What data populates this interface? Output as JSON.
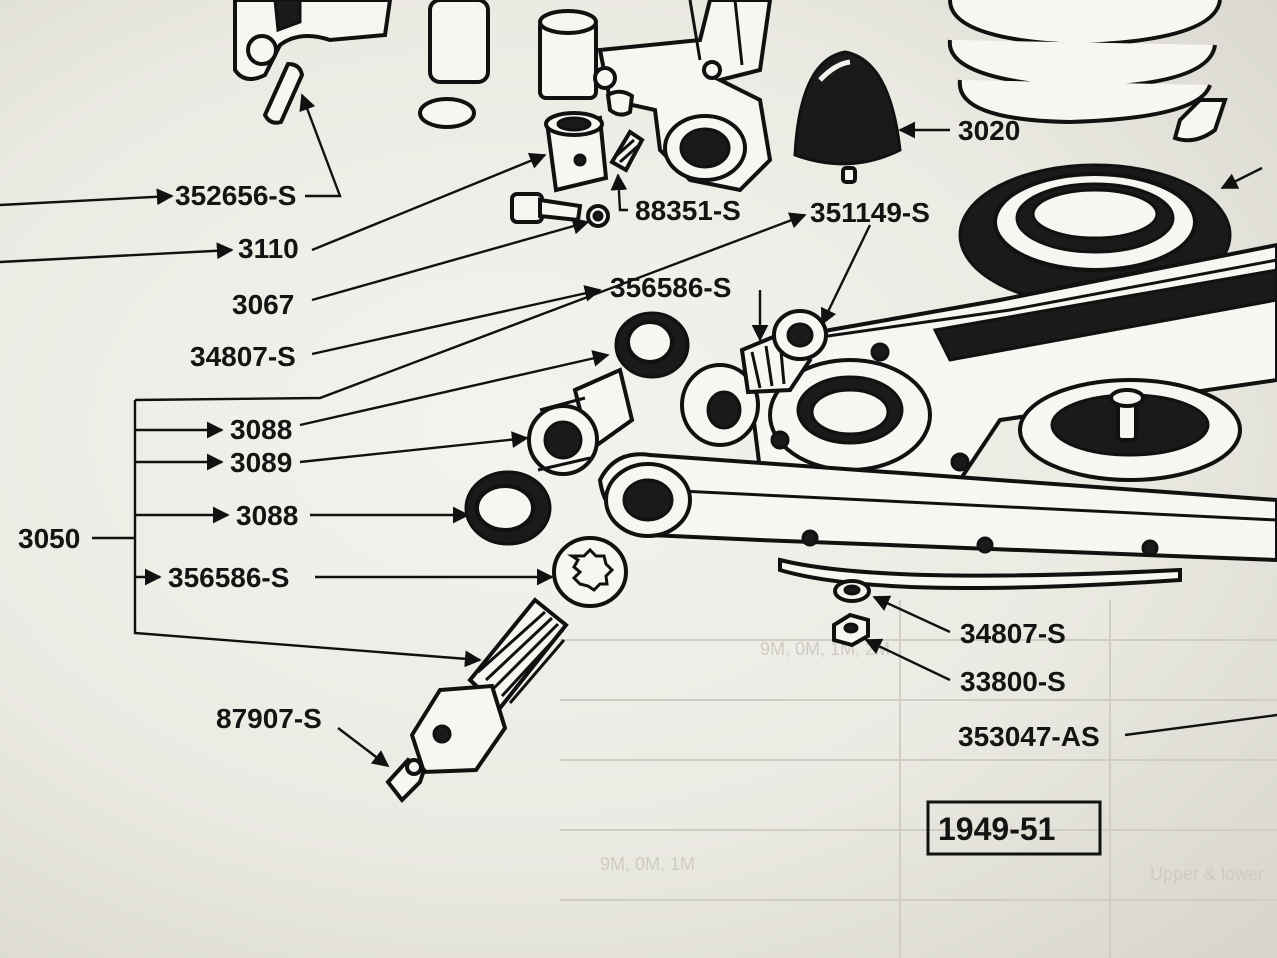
{
  "diagram": {
    "year_box": "1949-51",
    "callouts": {
      "c352656": "352656-S",
      "c3110": "3110",
      "c88351": "88351-S",
      "c3020": "3020",
      "c351149": "351149-S",
      "c3067": "3067",
      "c34807_top": "34807-S",
      "c356586_top": "356586-S",
      "c3088_a": "3088",
      "c3089": "3089",
      "c3088_b": "3088",
      "c3050": "3050",
      "c356586_bottom": "356586-S",
      "c87907": "87907-S",
      "c34807_right": "34807-S",
      "c33800": "33800-S",
      "c353047": "353047-AS"
    }
  }
}
